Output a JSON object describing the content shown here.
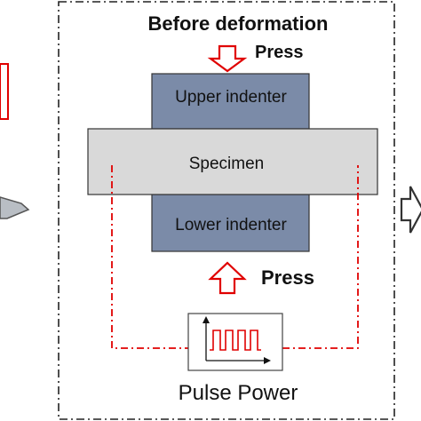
{
  "panel": {
    "title": "Before deformation",
    "press_top_label": "Press",
    "press_bottom_label": "Press",
    "upper_indenter_label": "Upper indenter",
    "specimen_label": "Specimen",
    "lower_indenter_label": "Lower indenter",
    "pulse_power_label": "Pulse Power"
  },
  "colors": {
    "indenter_fill": "#7b8ba8",
    "specimen_fill": "#d9d9d9",
    "press_arrow": "#e00000",
    "circuit_line": "#e00000",
    "pulse_wave": "#e00000",
    "panel_border": "#222222",
    "next_arrow": "#333333",
    "left_stage_accent": "#e00000",
    "left_stage_part": "#b9bec4"
  }
}
